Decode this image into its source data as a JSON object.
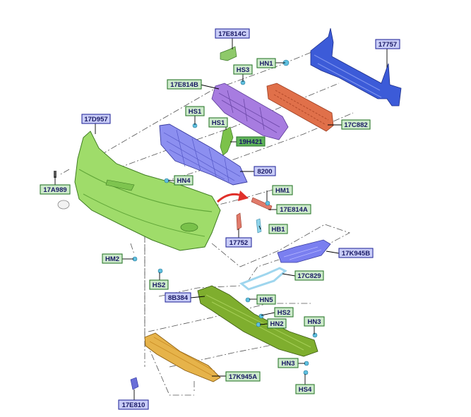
{
  "colors": {
    "label_blue_bg": "#c9cdf7",
    "label_blue_border": "#2b2f9e",
    "label_green_bg": "#cdeacb",
    "label_green_border": "#2f7a2f",
    "bumper_green": "#9fdc6a",
    "grille_purple": "#a77ce0",
    "grille_blue": "#8c8ff0",
    "beam_blue": "#3c5bd8",
    "absorber_orange": "#e0704a",
    "undertray_olive": "#7fae2e",
    "lower_grille_yellow": "#e6b34a",
    "arrow_red": "#e0302a"
  },
  "parts": {
    "p17E814C": "17E814C",
    "p17757": "17757",
    "pHN1": "HN1",
    "pHS3": "HS3",
    "p17E814B": "17E814B",
    "p17C882": "17C882",
    "p17D957": "17D957",
    "pHS1a": "HS1",
    "pHS1b": "HS1",
    "p19H421": "19H421",
    "p8200": "8200",
    "p17A989": "17A989",
    "pHN4": "HN4",
    "pHM1": "HM1",
    "p17E814A": "17E814A",
    "pHB1": "HB1",
    "p17752": "17752",
    "p17K945B": "17K945B",
    "pHM2": "HM2",
    "p17C829": "17C829",
    "pHS2a": "HS2",
    "p8B384": "8B384",
    "pHN5": "HN5",
    "pHS2b": "HS2",
    "pHN2": "HN2",
    "pHN3a": "HN3",
    "pHN3b": "HN3",
    "pHS4": "HS4",
    "p17K945A": "17K945A",
    "p17E810": "17E810"
  }
}
